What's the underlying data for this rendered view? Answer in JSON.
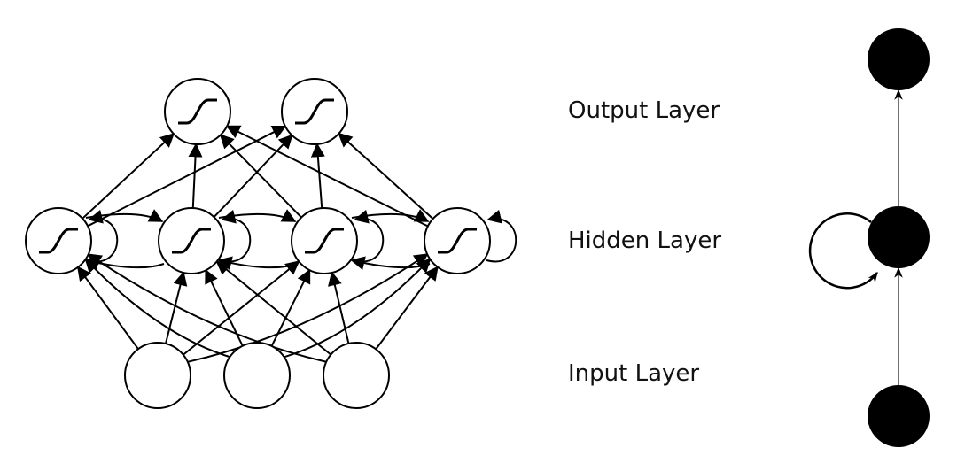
{
  "labels": {
    "output": "Output Layer",
    "hidden": "Hidden Layer",
    "input": "Input Layer"
  },
  "network": {
    "input_nodes": 3,
    "hidden_nodes": 4,
    "output_nodes": 2,
    "hidden_activation": "sigmoid",
    "output_activation": "sigmoid",
    "hidden_recurrent": true
  },
  "colors": {
    "stroke": "#000000",
    "compact_node_fill": "#000000"
  }
}
